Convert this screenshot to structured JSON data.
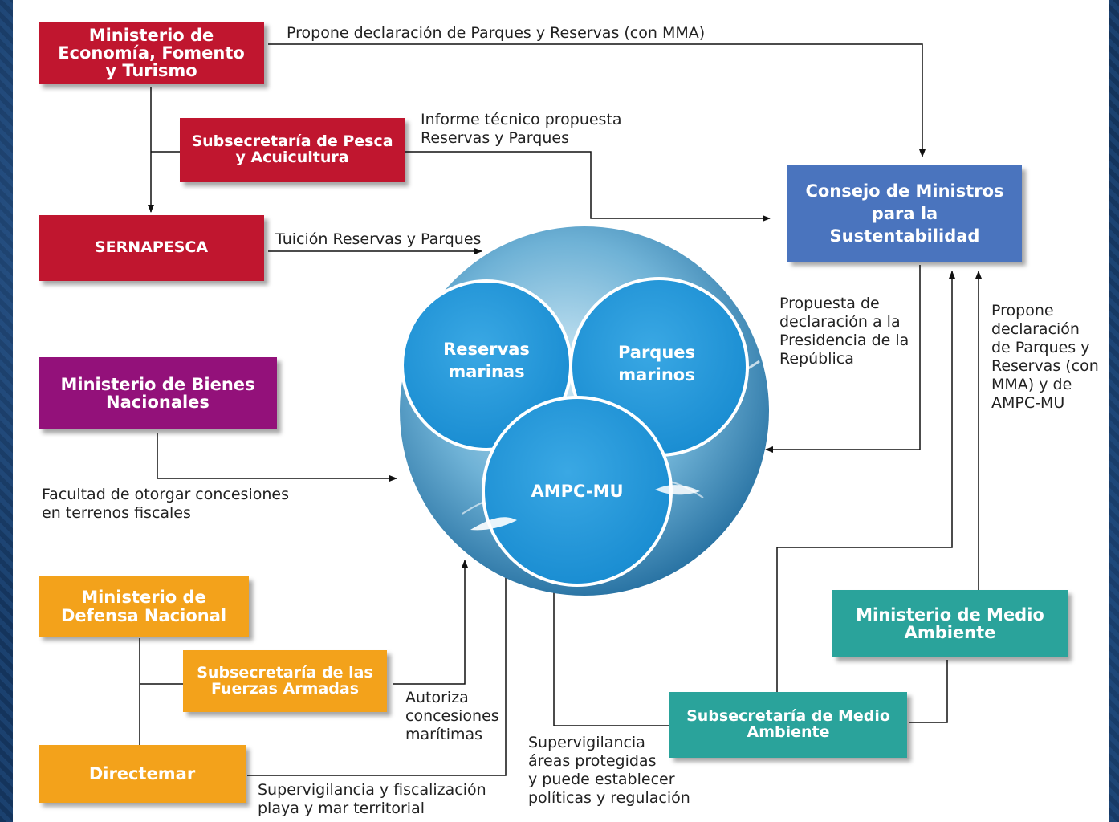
{
  "boxes": {
    "economia": "Ministerio de\nEconomía, Fomento\ny Turismo",
    "pesca": "Subsecretaría de Pesca\ny Acuicultura",
    "sernapesca": "SERNAPESCA",
    "bienes": "Ministerio de Bienes\nNacionales",
    "defensa": "Ministerio de\nDefensa Nacional",
    "ffaa": "Subsecretaría de las\nFuerzas Armadas",
    "directemar": "Directemar",
    "consejo": "Consejo de Ministros\npara la\nSustentabilidad",
    "medio_ambiente": "Ministerio de Medio\nAmbiente",
    "sub_medio": "Subsecretaría de Medio\nAmbiente"
  },
  "circles": {
    "reservas": "Reservas\nmarinas",
    "parques": "Parques\nmarinos",
    "ampc": "AMPC-MU"
  },
  "labels": {
    "propone_top": "Propone declaración de Parques y Reservas (con MMA)",
    "informe": "Informe técnico propuesta\nReservas y Parques",
    "tuicion": "Tuición Reservas y Parques",
    "facultad": "Facultad de otorgar concesiones\nen terrenos fiscales",
    "propuesta": "Propuesta de\ndeclaración a la\nPresidencia de la\nRepública",
    "propone_right": "Propone\ndeclaración\nde Parques y\nReservas (con\nMMA) y de\nAMPC-MU",
    "autoriza": "Autoriza\nconcesiones\nmarítimas",
    "supervigilancia_playa": "Supervigilancia y fiscalización\nplaya y mar territorial",
    "supervigilancia_areas": "Supervigilancia\náreas protegidas\ny puede establecer\npolíticas y regulación"
  },
  "colors": {
    "red": "#c0162f",
    "purple": "#93117a",
    "orange": "#f3a21b",
    "blue": "#4a74be",
    "teal": "#2aa39b"
  }
}
